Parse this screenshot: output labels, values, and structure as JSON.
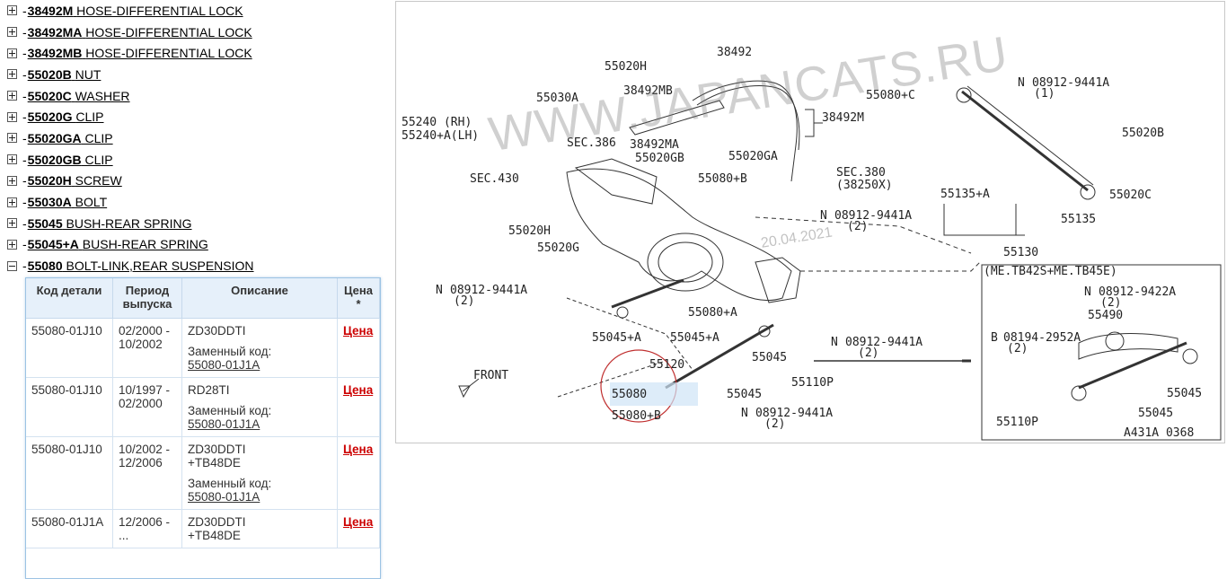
{
  "tree": [
    {
      "code": "38492M",
      "name": "HOSE-DIFFERENTIAL LOCK",
      "expanded": false
    },
    {
      "code": "38492MA",
      "name": "HOSE-DIFFERENTIAL LOCK",
      "expanded": false
    },
    {
      "code": "38492MB",
      "name": "HOSE-DIFFERENTIAL LOCK",
      "expanded": false
    },
    {
      "code": "55020B",
      "name": "NUT",
      "expanded": false
    },
    {
      "code": "55020C",
      "name": "WASHER",
      "expanded": false
    },
    {
      "code": "55020G",
      "name": "CLIP",
      "expanded": false
    },
    {
      "code": "55020GA",
      "name": "CLIP",
      "expanded": false
    },
    {
      "code": "55020GB",
      "name": "CLIP",
      "expanded": false
    },
    {
      "code": "55020H",
      "name": "SCREW",
      "expanded": false
    },
    {
      "code": "55030A",
      "name": "BOLT",
      "expanded": false
    },
    {
      "code": "55045",
      "name": "BUSH-REAR SPRING",
      "expanded": false
    },
    {
      "code": "55045+A",
      "name": "BUSH-REAR SPRING",
      "expanded": false
    },
    {
      "code": "55080",
      "name": "BOLT-LINK,REAR SUSPENSION",
      "expanded": true
    }
  ],
  "table": {
    "headers": [
      "Код детали",
      "Период выпуска",
      "Описание",
      "Цена *"
    ],
    "replacement_label": "Заменный код:",
    "rows": [
      {
        "code": "55080-01J10",
        "period": "02/2000 - 10/2002",
        "desc": "ZD30DDTI",
        "desc2": "",
        "replacement": "55080-01J1A",
        "price": "Цена"
      },
      {
        "code": "55080-01J10",
        "period": "10/1997 - 02/2000",
        "desc": "RD28TI",
        "desc2": "",
        "replacement": "55080-01J1A",
        "price": "Цена"
      },
      {
        "code": "55080-01J10",
        "period": "10/2002 - 12/2006",
        "desc": "ZD30DDTI",
        "desc2": "+TB48DE",
        "replacement": "55080-01J1A",
        "price": "Цена"
      },
      {
        "code": "55080-01J1A",
        "period": "12/2006 - ...",
        "desc": "ZD30DDTI",
        "desc2": "+TB48DE",
        "replacement": "",
        "price": "Цена"
      }
    ]
  },
  "diagram": {
    "watermark": "WWW.JAPANCATS.RU",
    "stamp": "20.04.2021",
    "labels": {
      "l38492": "38492",
      "l55020H": "55020H",
      "l38492MB": "38492MB",
      "l55030A": "55030A",
      "l55240": "55240  (RH)",
      "l55240A": "55240+A(LH)",
      "lsec386": "SEC.386",
      "l38492MA": "38492MA",
      "l55020GB": "55020GB",
      "l55020GA": "55020GA",
      "l38492M": "38492M",
      "l55080C": "55080+C",
      "lN1": "N",
      "l089129441A1": "08912-9441A",
      "lqty1": "(1)",
      "l55020B": "55020B",
      "lsec430": "SEC.430",
      "l55080B1": "55080+B",
      "lsec380": "SEC.380",
      "l38250X": "(38250X)",
      "l55135A": "55135+A",
      "l55020C": "55020C",
      "l55135": "55135",
      "l55020H2": "55020H",
      "l55020G": "55020G",
      "lN2": "N",
      "l089129441A2": "08912-9441A",
      "lqty2": "(2)",
      "l55130": "55130",
      "lN3": "N",
      "l089129441A3": "08912-9441A",
      "lqty3": "(2)",
      "lmetb": "(ME.TB42S+ME.TB45E)",
      "l55080A": "55080+A",
      "l55045A": "55045+A",
      "l55045A2": "55045+A",
      "lN4": "N",
      "l089129441A4": "08912-9441A",
      "lqty4": "(2)",
      "l55120": "55120",
      "l55045_1": "55045",
      "lfront": "FRONT",
      "l55080": "55080",
      "l55110P": "55110P",
      "l55045_2": "55045",
      "l55080B2": "55080+B",
      "lN5": "N",
      "l089129441A5": "08912-9441A",
      "lqty5": "(2)",
      "lN6": "N",
      "l089129422A": "08912-9422A",
      "lqty6": "(2)",
      "l55490": "55490",
      "lB": "B",
      "l081942952A": "08194-2952A",
      "lqty7": "(2)",
      "l55045_3": "55045",
      "l55045_4": "55045",
      "l55110P2": "55110P",
      "lref": "A431A 0368"
    }
  }
}
